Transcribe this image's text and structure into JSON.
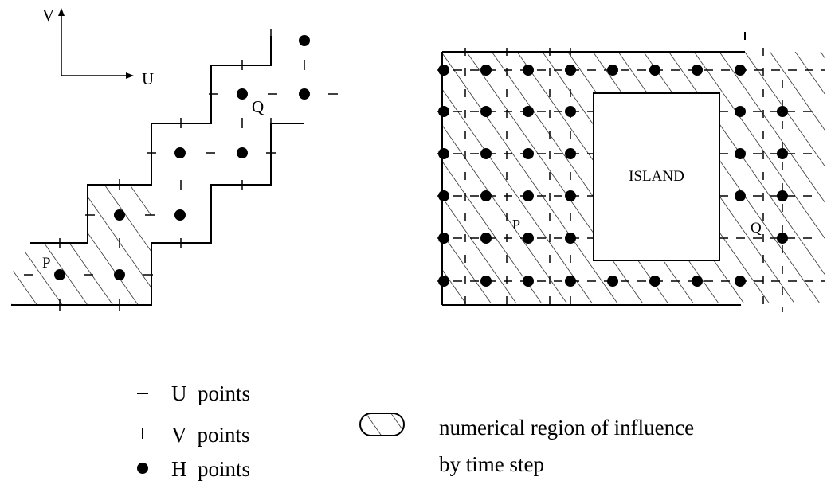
{
  "left_diagram": {
    "axis_v_label": "V",
    "axis_u_label": "U",
    "point_p_label": "P",
    "point_q_label": "Q"
  },
  "right_diagram": {
    "island_label": "ISLAND",
    "point_p_label": "P",
    "point_q_label": "Q"
  },
  "legend": {
    "u_points": "U  points",
    "v_points": "V  points",
    "h_points": "H  points",
    "region_line1": "numerical region of influence",
    "region_line2": "by time step"
  }
}
